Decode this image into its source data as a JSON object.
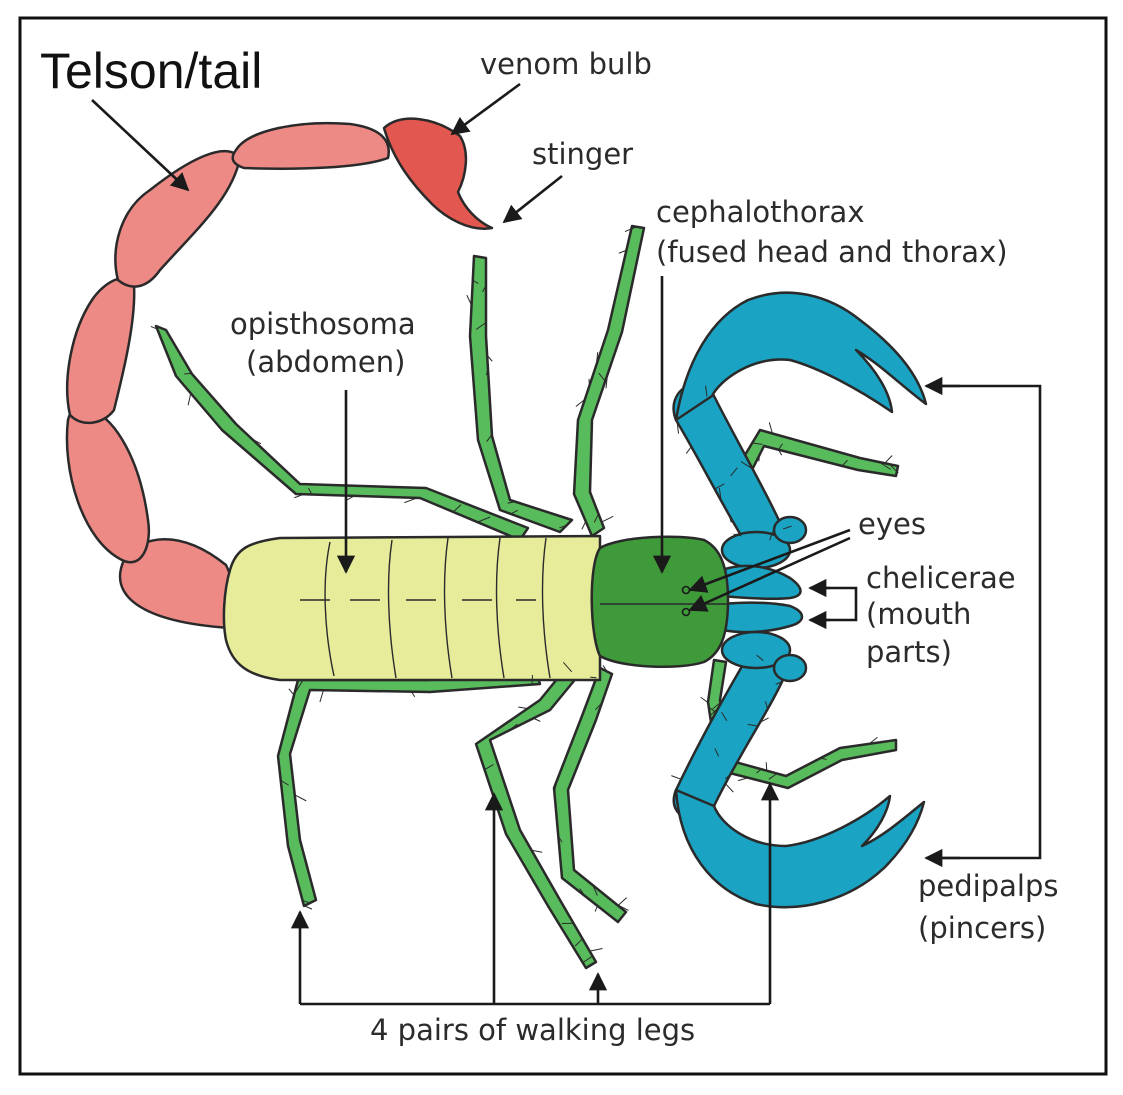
{
  "labels": {
    "telson": "Telson/tail",
    "venom_bulb": "venom bulb",
    "stinger": "stinger",
    "cephalothorax_1": "cephalothorax",
    "cephalothorax_2": "(fused head and thorax)",
    "opisthosoma_1": "opisthosoma",
    "opisthosoma_2": "(abdomen)",
    "eyes": "eyes",
    "chelicerae_1": "chelicerae",
    "chelicerae_2": "(mouth",
    "chelicerae_3": "parts)",
    "pedipalps_1": "pedipalps",
    "pedipalps_2": "(pincers)",
    "walking_legs": "4 pairs of walking legs"
  },
  "colors": {
    "tail": "#ee8a85",
    "venom": "#e2574f",
    "abdomen": "#e6ec9a",
    "cephalothorax": "#3f9a3a",
    "legs": "#58bb5c",
    "pedipalps": "#1aa3c3",
    "outline": "#2a2a2a",
    "frame": "#111111"
  }
}
